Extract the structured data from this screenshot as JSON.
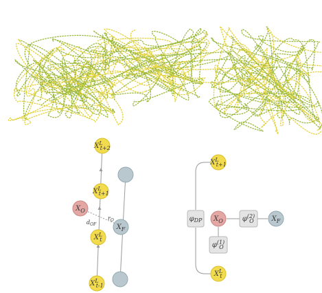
{
  "colors": {
    "yellow": "#f2dc4e",
    "yellow_stroke": "#d8bf2e",
    "red": "#e3a8a4",
    "red_stroke": "#c98682",
    "blue": "#b9c8cf",
    "blue_stroke": "#95a8b1",
    "box": "#e4e4e4",
    "box_stroke": "#b8b8b8",
    "line": "#9a9a9a",
    "chain_green": "#9ab83a",
    "chain_yellow": "#e3d23c"
  },
  "left_graph": {
    "n_top": "X",
    "n_top_sup": "L",
    "n_top_sub": "t+2",
    "n_mid": "X",
    "n_mid_sup": "L",
    "n_mid_sub": "t+1",
    "n_o": "X",
    "n_o_sub": "O",
    "n_f": "X",
    "n_f_sub": "F",
    "n_t": "X",
    "n_t_sup": "L",
    "n_t_sub": "t",
    "n_bot": "X",
    "n_bot_sup": "L",
    "n_bot_sub": "t-1",
    "edge_r": "r",
    "edge_r_sub": "O",
    "edge_d": "d",
    "edge_d_sub": "OF"
  },
  "right_graph": {
    "n_top": "X",
    "n_top_sup": "L",
    "n_top_sub": "t+1",
    "n_o": "X",
    "n_o_sub": "O",
    "n_f": "X",
    "n_f_sub": "F",
    "n_bot": "X",
    "n_bot_sup": "L",
    "n_bot_sub": "t",
    "box_left": "φ",
    "box_left_sub": "DP",
    "box_right": "φ",
    "box_right_sup": "(2)",
    "box_right_sub": "O",
    "box_bot": "φ",
    "box_bot_sup": "(1)",
    "box_bot_sub": "O"
  }
}
